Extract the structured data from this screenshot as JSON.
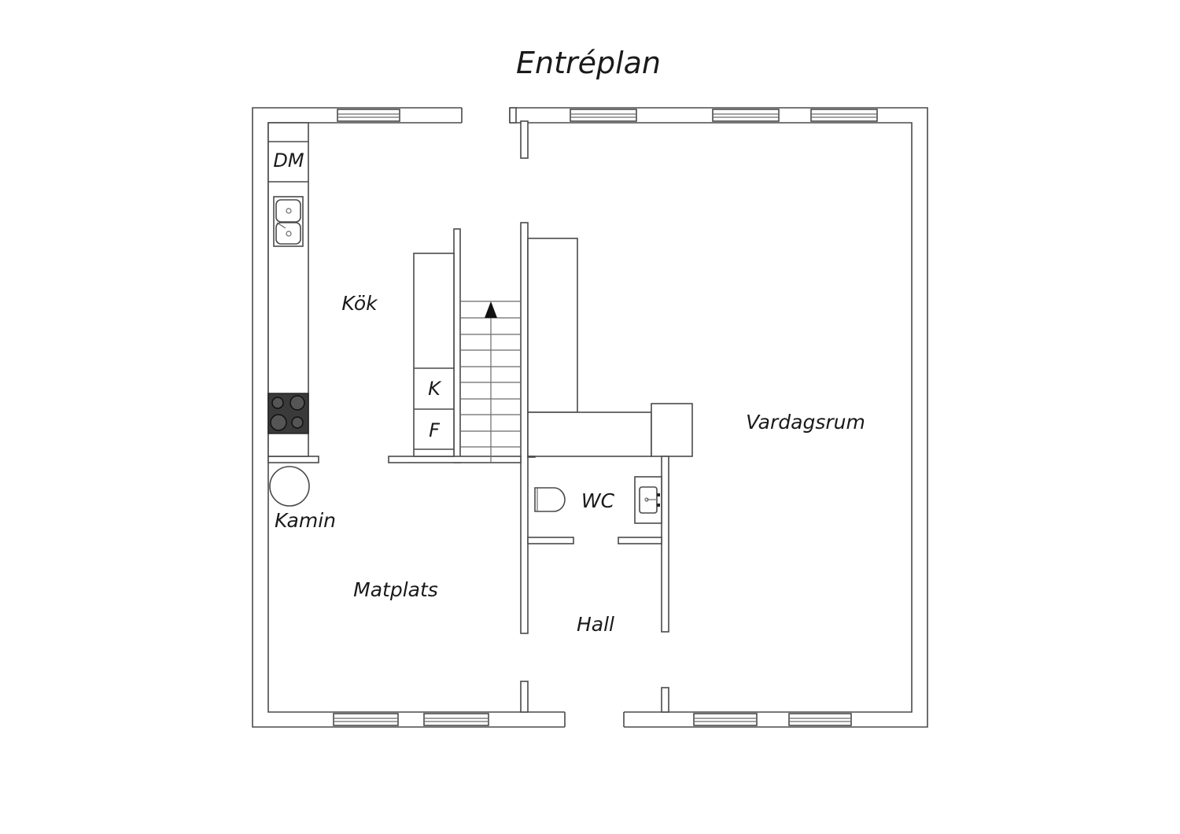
{
  "title": "Entréplan",
  "rooms": {
    "kitchen": "Kök",
    "living": "Vardagsrum",
    "dining": "Matplats",
    "hall": "Hall",
    "wc": "WC",
    "fireplace": "Kamin"
  },
  "fixtures": {
    "dishwasher": "DM",
    "fridge": "K",
    "freezer": "F"
  },
  "colors": {
    "wall": "#4a4a4a",
    "stove": "#3a3a3a"
  }
}
